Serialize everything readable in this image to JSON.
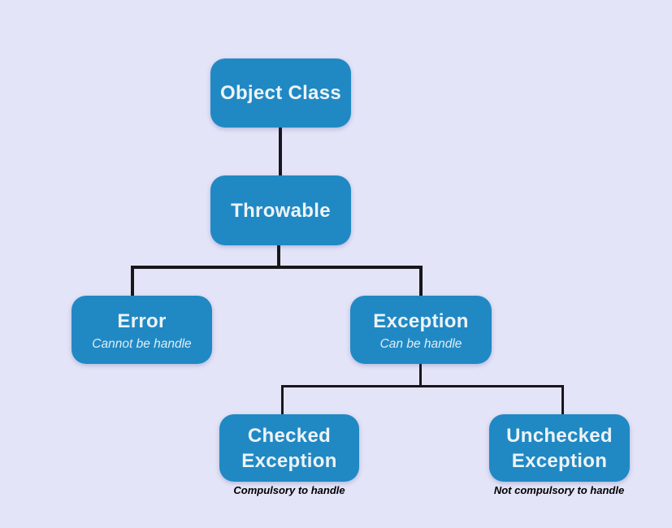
{
  "diagram": {
    "description": "Java exception hierarchy flowchart",
    "colors": {
      "background": "#e4e4f8",
      "node_fill": "#2089c4",
      "node_title_text": "#eef3f6",
      "connector": "#17171c",
      "caption_text": "#000000"
    },
    "nodes": {
      "object": {
        "title": "Object Class"
      },
      "throwable": {
        "title": "Throwable"
      },
      "error": {
        "title": "Error",
        "subtitle": "Cannot be handle"
      },
      "exception": {
        "title": "Exception",
        "subtitle": "Can be handle"
      },
      "checked": {
        "title": "Checked Exception",
        "caption": "Compulsory to handle"
      },
      "unchecked": {
        "title": "Unchecked Exception",
        "caption": "Not compulsory to handle"
      }
    },
    "edges": [
      {
        "from": "object",
        "to": "throwable"
      },
      {
        "from": "throwable",
        "to": "error"
      },
      {
        "from": "throwable",
        "to": "exception"
      },
      {
        "from": "exception",
        "to": "checked"
      },
      {
        "from": "exception",
        "to": "unchecked"
      }
    ]
  }
}
